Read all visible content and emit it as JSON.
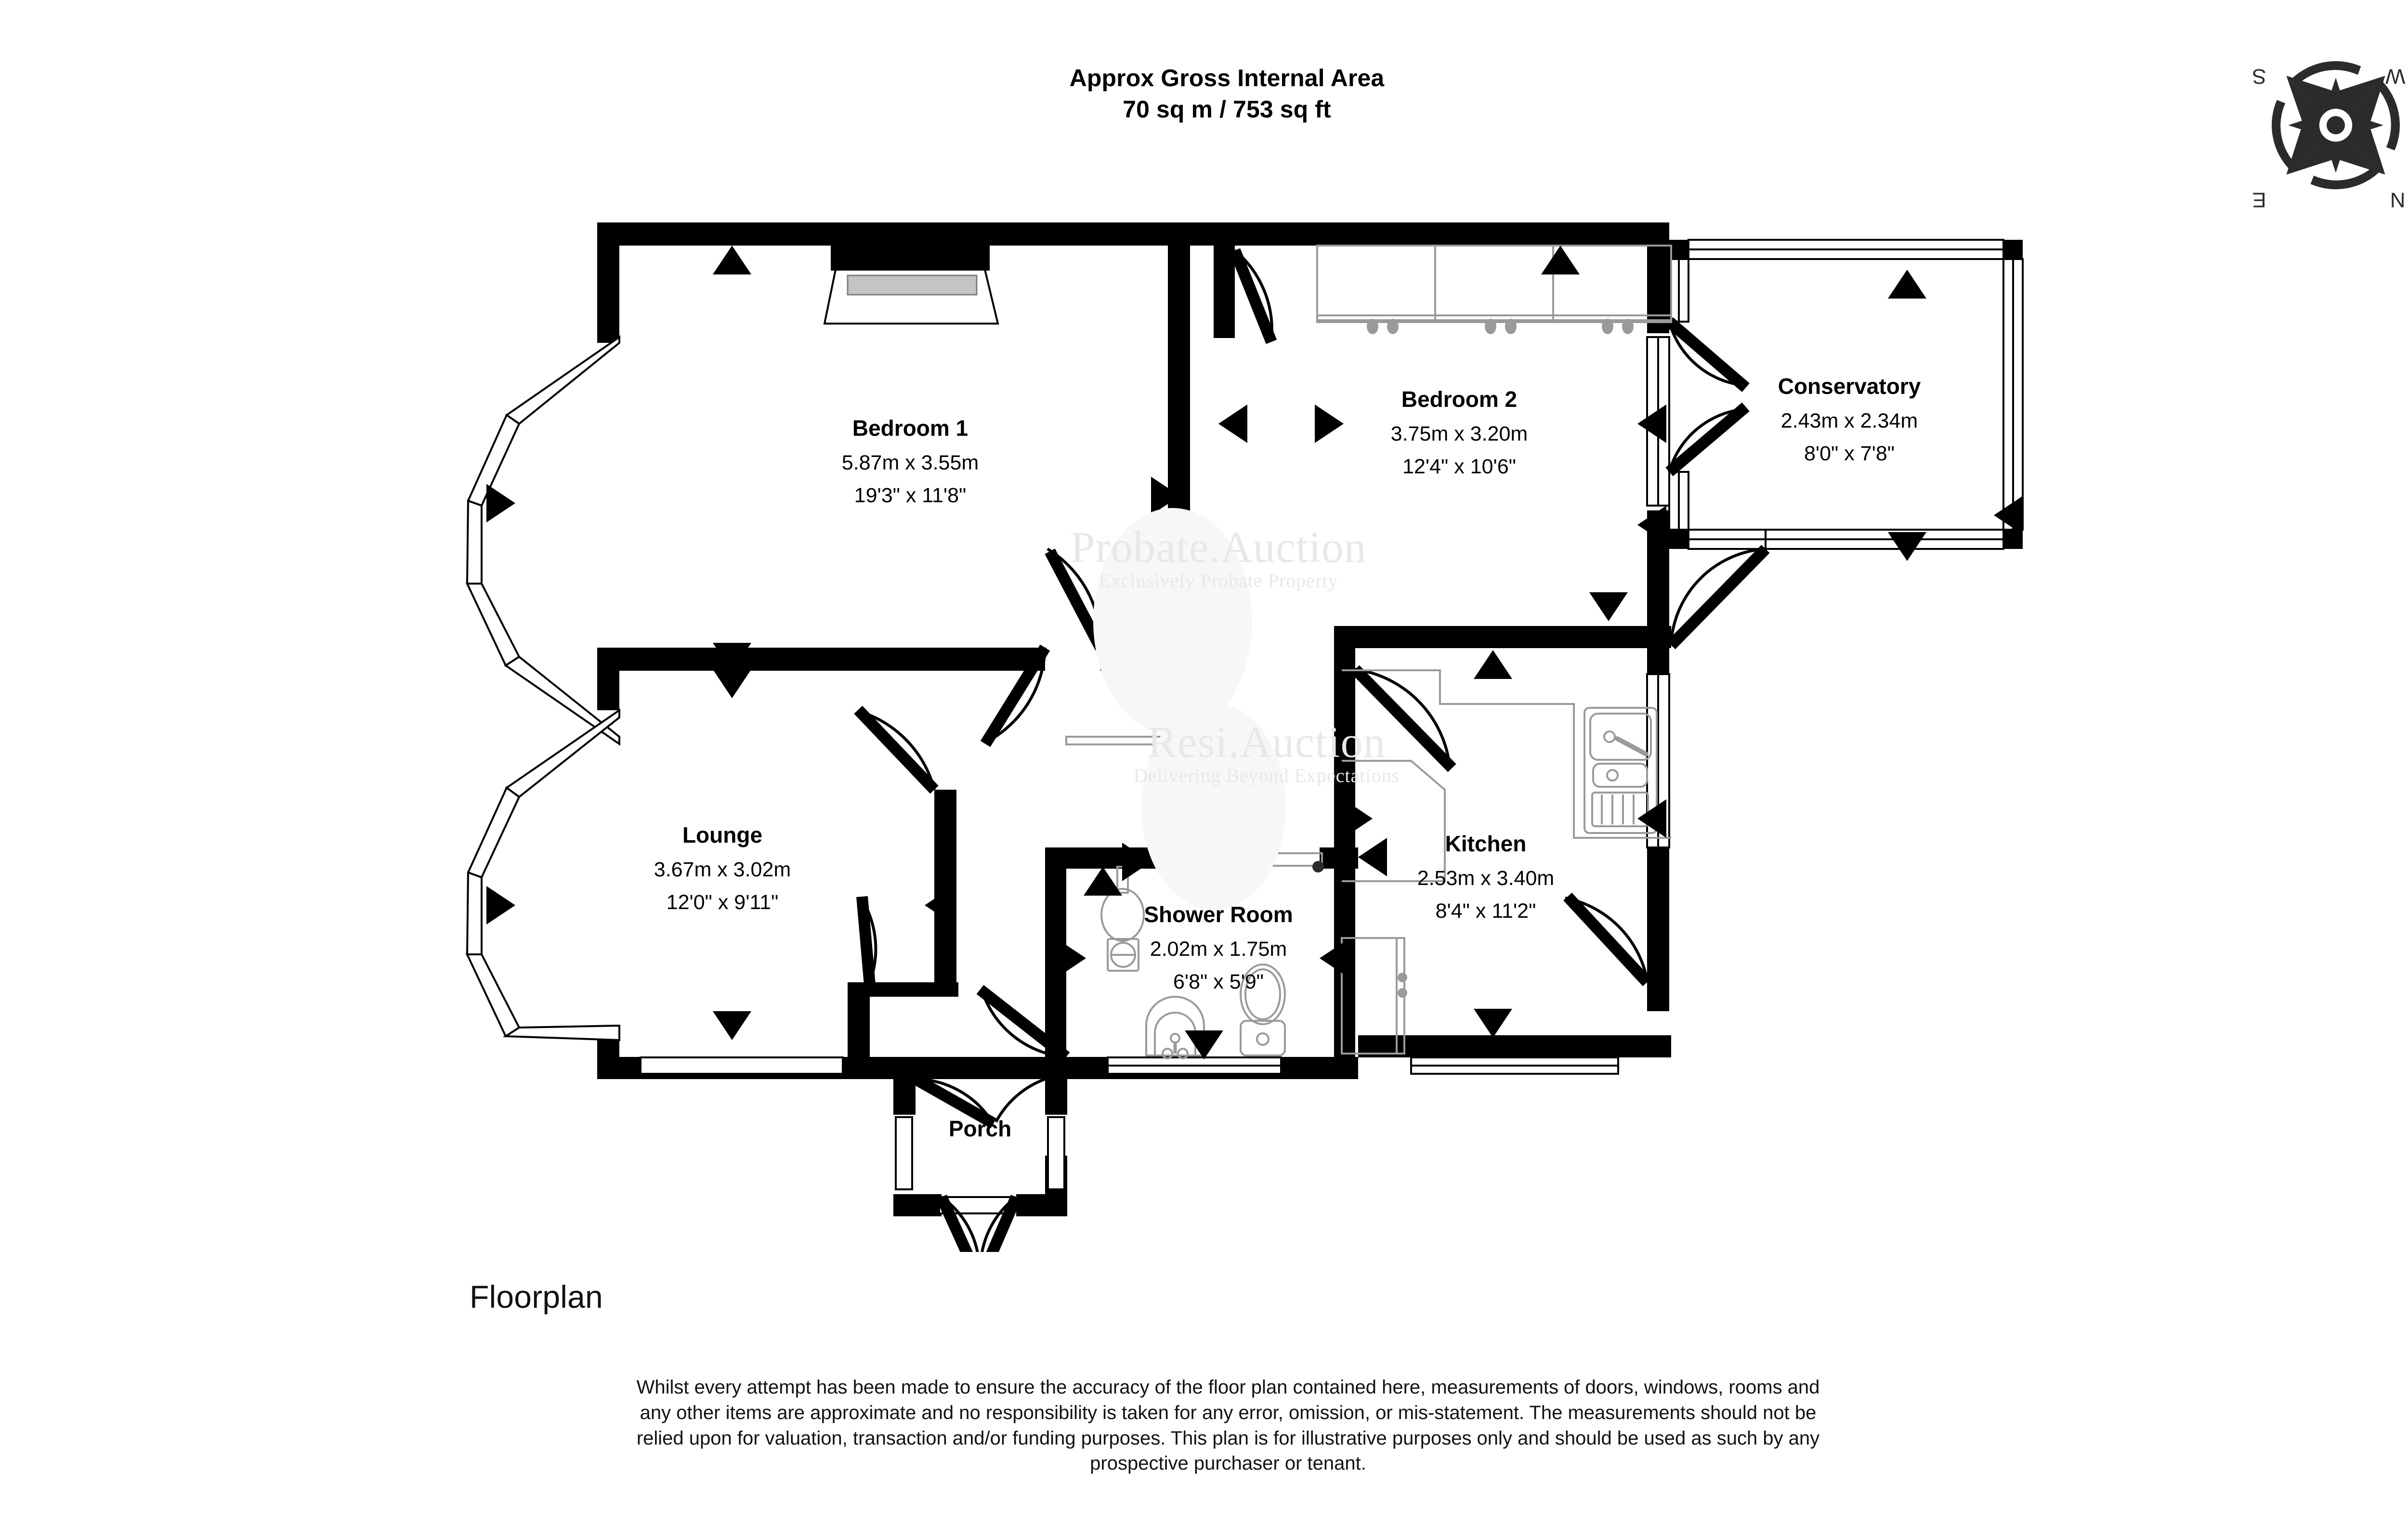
{
  "header": {
    "line1": "Approx Gross Internal Area",
    "line2": "70 sq m / 753 sq ft"
  },
  "compass": {
    "name": "compass-rose",
    "labels": {
      "top_left": "S",
      "top_right": "W",
      "bottom_left": "E",
      "bottom_right": "N"
    }
  },
  "rooms": [
    {
      "key": "bedroom1",
      "name": "Bedroom 1",
      "metric": "5.87m x 3.55m",
      "imperial": "19'3\" x 11'8\""
    },
    {
      "key": "bedroom2",
      "name": "Bedroom 2",
      "metric": "3.75m x 3.20m",
      "imperial": "12'4\" x 10'6\""
    },
    {
      "key": "conservatory",
      "name": "Conservatory",
      "metric": "2.43m x 2.34m",
      "imperial": "8'0\" x 7'8\""
    },
    {
      "key": "lounge",
      "name": "Lounge",
      "metric": "3.67m x 3.02m",
      "imperial": "12'0\" x 9'11\""
    },
    {
      "key": "showerroom",
      "name": "Shower Room",
      "metric": "2.02m x 1.75m",
      "imperial": "6'8\" x 5'9\""
    },
    {
      "key": "kitchen",
      "name": "Kitchen",
      "metric": "2.53m x 3.40m",
      "imperial": "8'4\" x 11'2\""
    },
    {
      "key": "porch",
      "name": "Porch",
      "metric": "",
      "imperial": ""
    }
  ],
  "watermarks": [
    {
      "big": "Probate.Auction",
      "small": "Exclusively Probate Property"
    },
    {
      "big": "Resi.Auction",
      "small": "Delivering Beyond Expectations"
    }
  ],
  "footer": {
    "title": "Floorplan",
    "disclaimer_line1": "Whilst every attempt has been made to ensure the accuracy of the floor plan contained here, measurements of doors, windows, rooms and",
    "disclaimer_line2": "any other items are approximate and no responsibility is taken for any error, omission, or mis-statement. The measurements should not be",
    "disclaimer_line3": "relied upon for valuation, transaction and/or funding purposes. This plan is for illustrative purposes only and should be used as such by any",
    "disclaimer_line4": "prospective purchaser or tenant."
  },
  "colors": {
    "wall": "#000000",
    "background": "#ffffff",
    "fixture_outline": "#9a9a9a",
    "window_fill": "#c4c4c4",
    "watermark": "#e8e8e8"
  }
}
